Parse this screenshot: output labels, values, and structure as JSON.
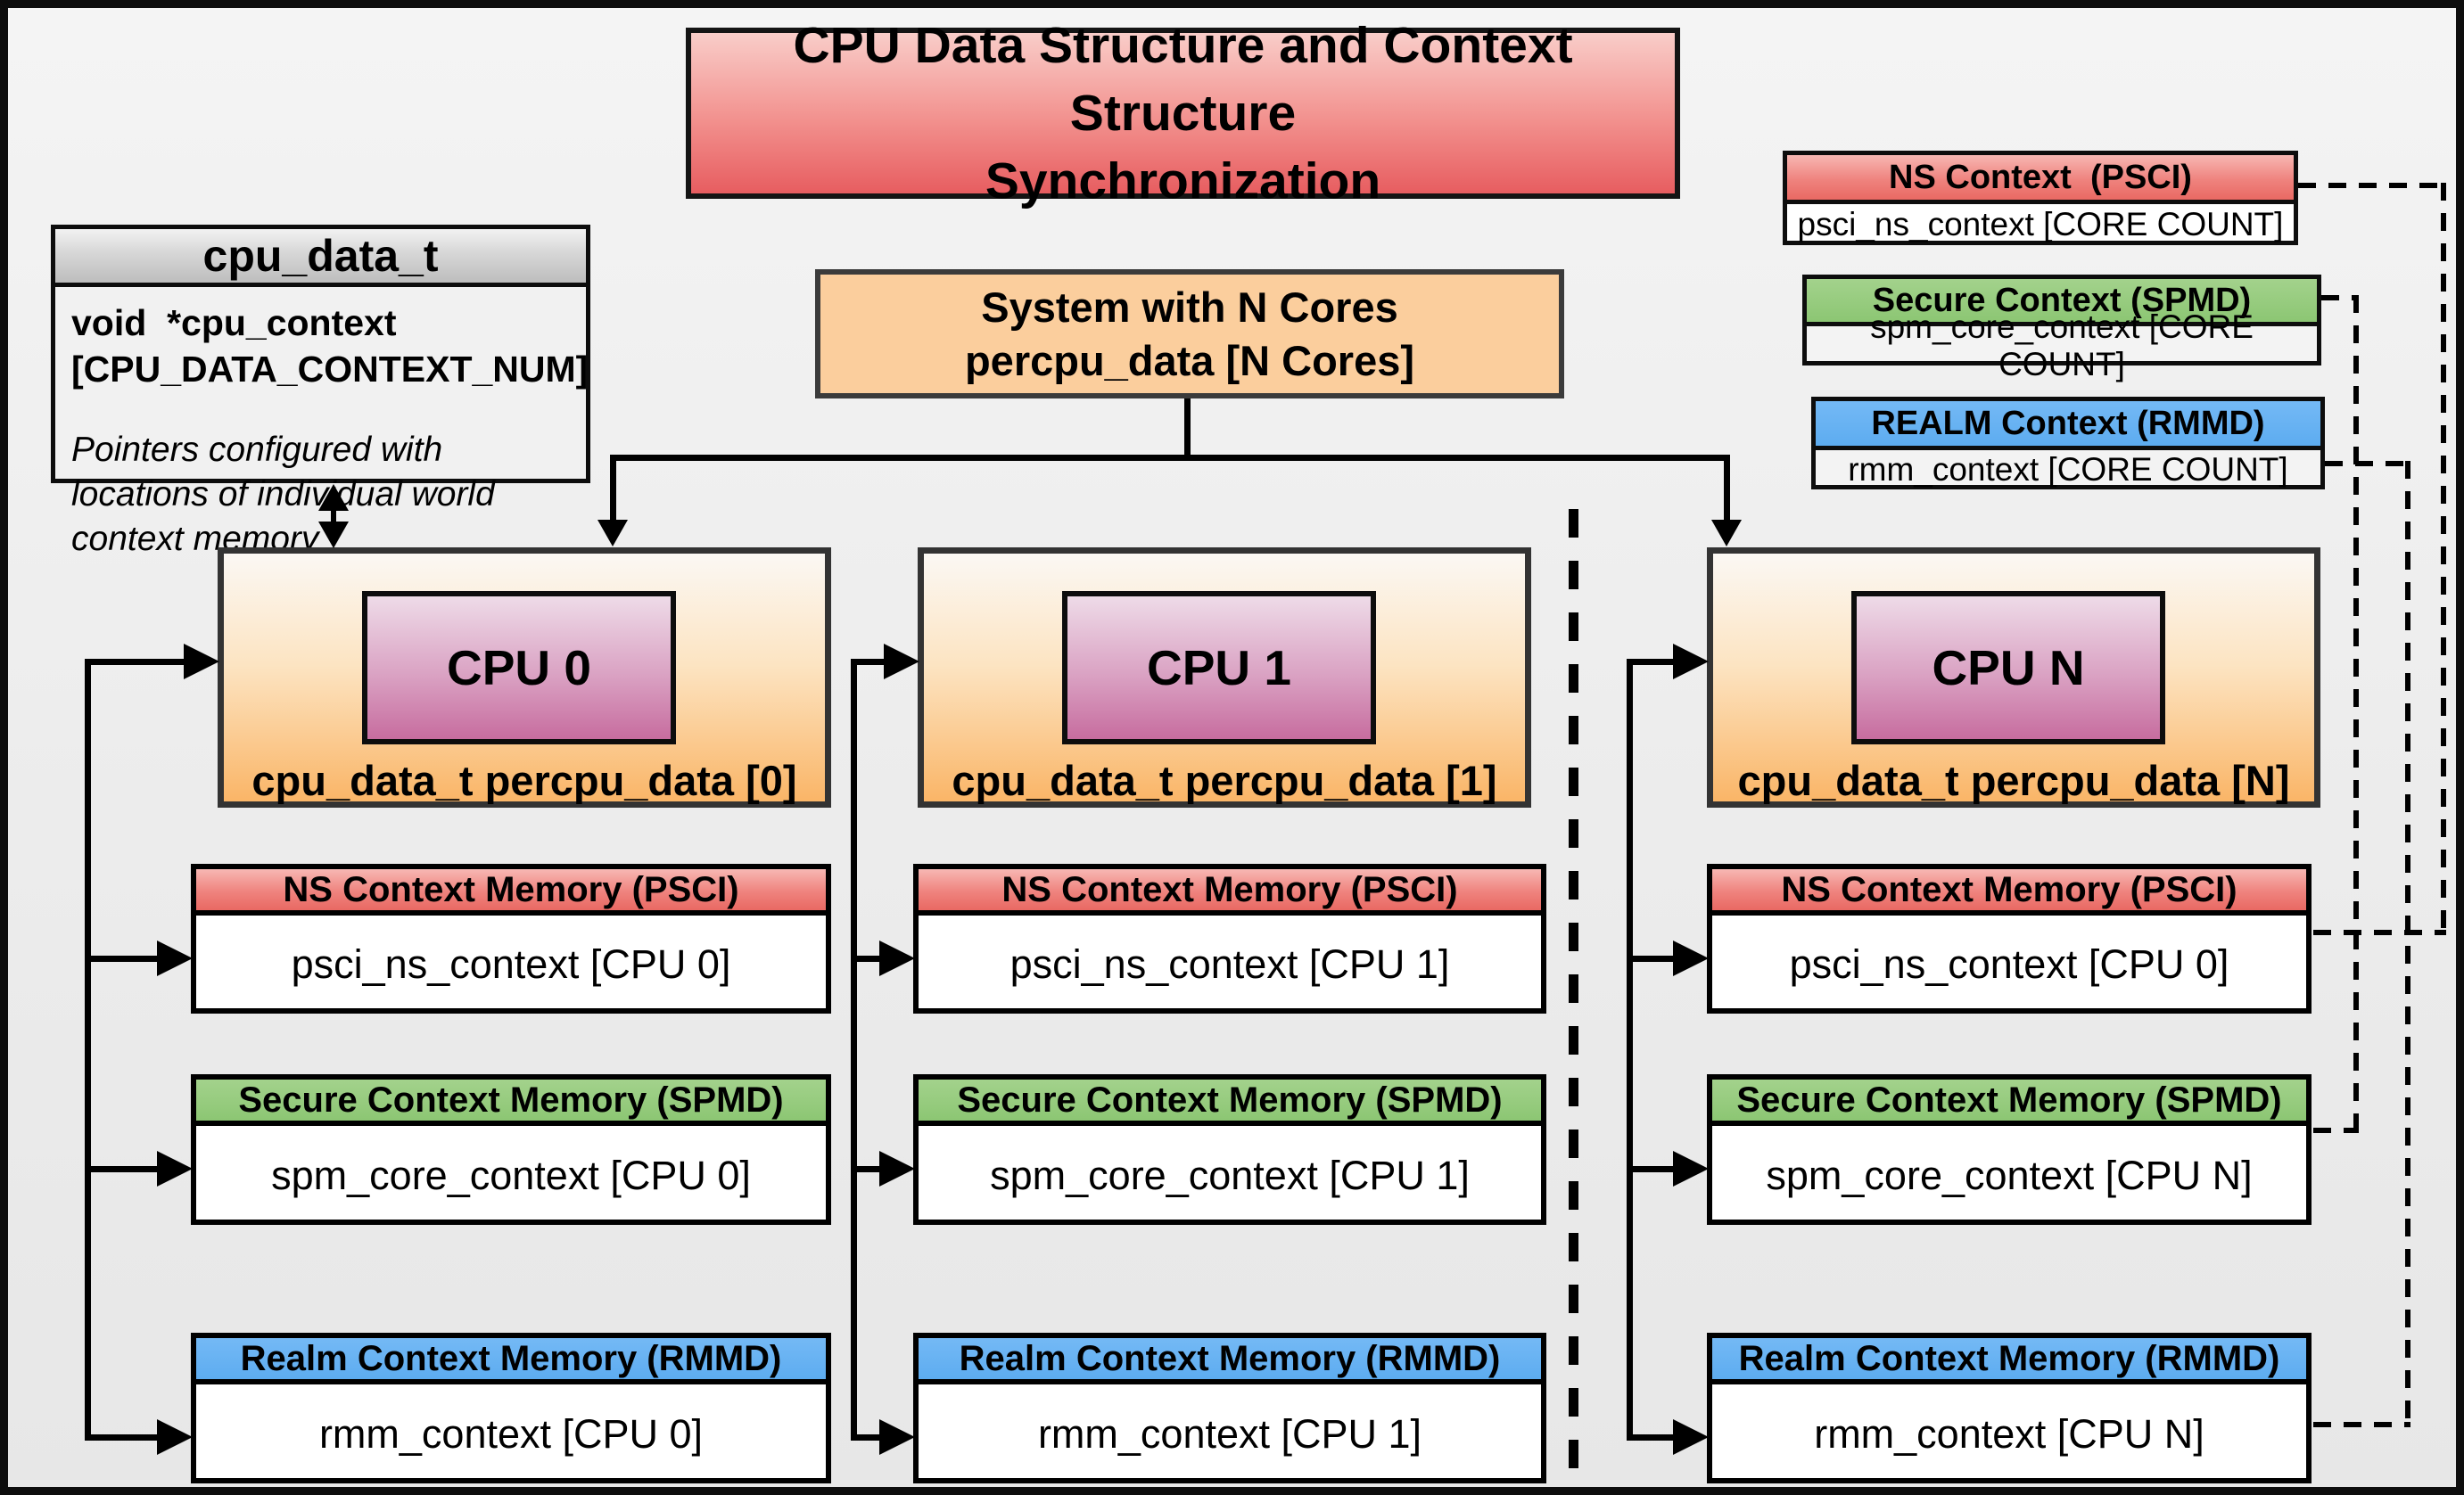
{
  "title": {
    "line1": "CPU Data Structure and Context Structure",
    "line2": "Synchronization"
  },
  "struct": {
    "header": "cpu_data_t",
    "field_line1": "void  *cpu_context",
    "field_line2": "[CPU_DATA_CONTEXT_NUM]",
    "note": "Pointers configured with locations of individual world context memory"
  },
  "system": {
    "line1": "System with N Cores",
    "line2": "percpu_data [N Cores]"
  },
  "legend": {
    "ns": {
      "header": "NS Context  (PSCI)",
      "body": "psci_ns_context [CORE COUNT]"
    },
    "secure": {
      "header": "Secure Context (SPMD)",
      "body": "spm_core_context [CORE COUNT]"
    },
    "realm": {
      "header": "REALM Context (RMMD)",
      "body": "rmm_context [CORE COUNT]"
    }
  },
  "context_headers": {
    "ns": "NS Context Memory (PSCI)",
    "secure": "Secure Context Memory (SPMD)",
    "realm": "Realm Context Memory (RMMD)"
  },
  "cpus": [
    {
      "label": "CPU 0",
      "data": "cpu_data_t percpu_data [0]",
      "ns": "psci_ns_context [CPU 0]",
      "secure": "spm_core_context [CPU 0]",
      "realm": "rmm_context [CPU 0]"
    },
    {
      "label": "CPU 1",
      "data": "cpu_data_t percpu_data [1]",
      "ns": "psci_ns_context [CPU 1]",
      "secure": "spm_core_context [CPU 1]",
      "realm": "rmm_context [CPU 1]"
    },
    {
      "label": "CPU N",
      "data": "cpu_data_t percpu_data [N]",
      "ns": "psci_ns_context [CPU 0]",
      "secure": "spm_core_context [CPU N]",
      "realm": "rmm_context [CPU N]"
    }
  ],
  "colors": {
    "title_red_top": "#f9cdc9",
    "title_red_bottom": "#e75d60",
    "header_red": "#ef837e",
    "header_green": "#8cc673",
    "header_blue": "#5dacf0",
    "cpu_orange_bottom": "#fab567",
    "cpu_label_purple": "#c76d9f",
    "system_orange": "#fbce9d",
    "struct_grey": "#d9d9d9",
    "background": "#ececec",
    "line_black": "#000000"
  }
}
